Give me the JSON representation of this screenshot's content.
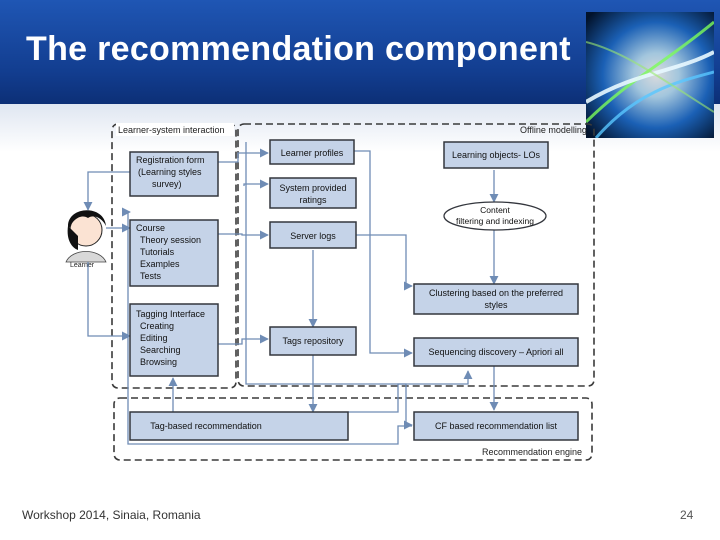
{
  "slide": {
    "title": "The recommendation component",
    "footer": "Workshop 2014, Sinaia, Romania",
    "page_number": "24"
  },
  "diagram": {
    "regions": {
      "interaction": "Learner-system interaction",
      "offline": "Offline modelling",
      "engine": "Recommendation engine"
    },
    "learner_label": "Learner",
    "boxes": {
      "registration": [
        "Registration form",
        "(Learning styles",
        "survey)"
      ],
      "course": [
        "Course",
        "Theory session",
        "Tutorials",
        "Examples",
        "Tests"
      ],
      "tagging": [
        "Tagging Interface",
        "Creating",
        "Editing",
        "Searching",
        "Browsing"
      ],
      "learner_profiles": "Learner profiles",
      "system_ratings": [
        "System provided",
        "ratings"
      ],
      "server_logs": "Server logs",
      "tags_repository": "Tags repository",
      "learning_objects": "Learning objects- LOs",
      "content_filtering": [
        "Content",
        "filtering and indexing"
      ],
      "clustering": [
        "Clustering based on the preferred",
        "styles"
      ],
      "sequencing": "Sequencing discovery – Apriori all",
      "tag_recommendation": "Tag-based recommendation",
      "cf_recommendation": "CF based recommendation list"
    },
    "colors": {
      "box_fill": "#c5d3e8",
      "box_border": "#33363d",
      "arrow": "#6f8cb5",
      "dash": "#3a3a3a"
    }
  }
}
